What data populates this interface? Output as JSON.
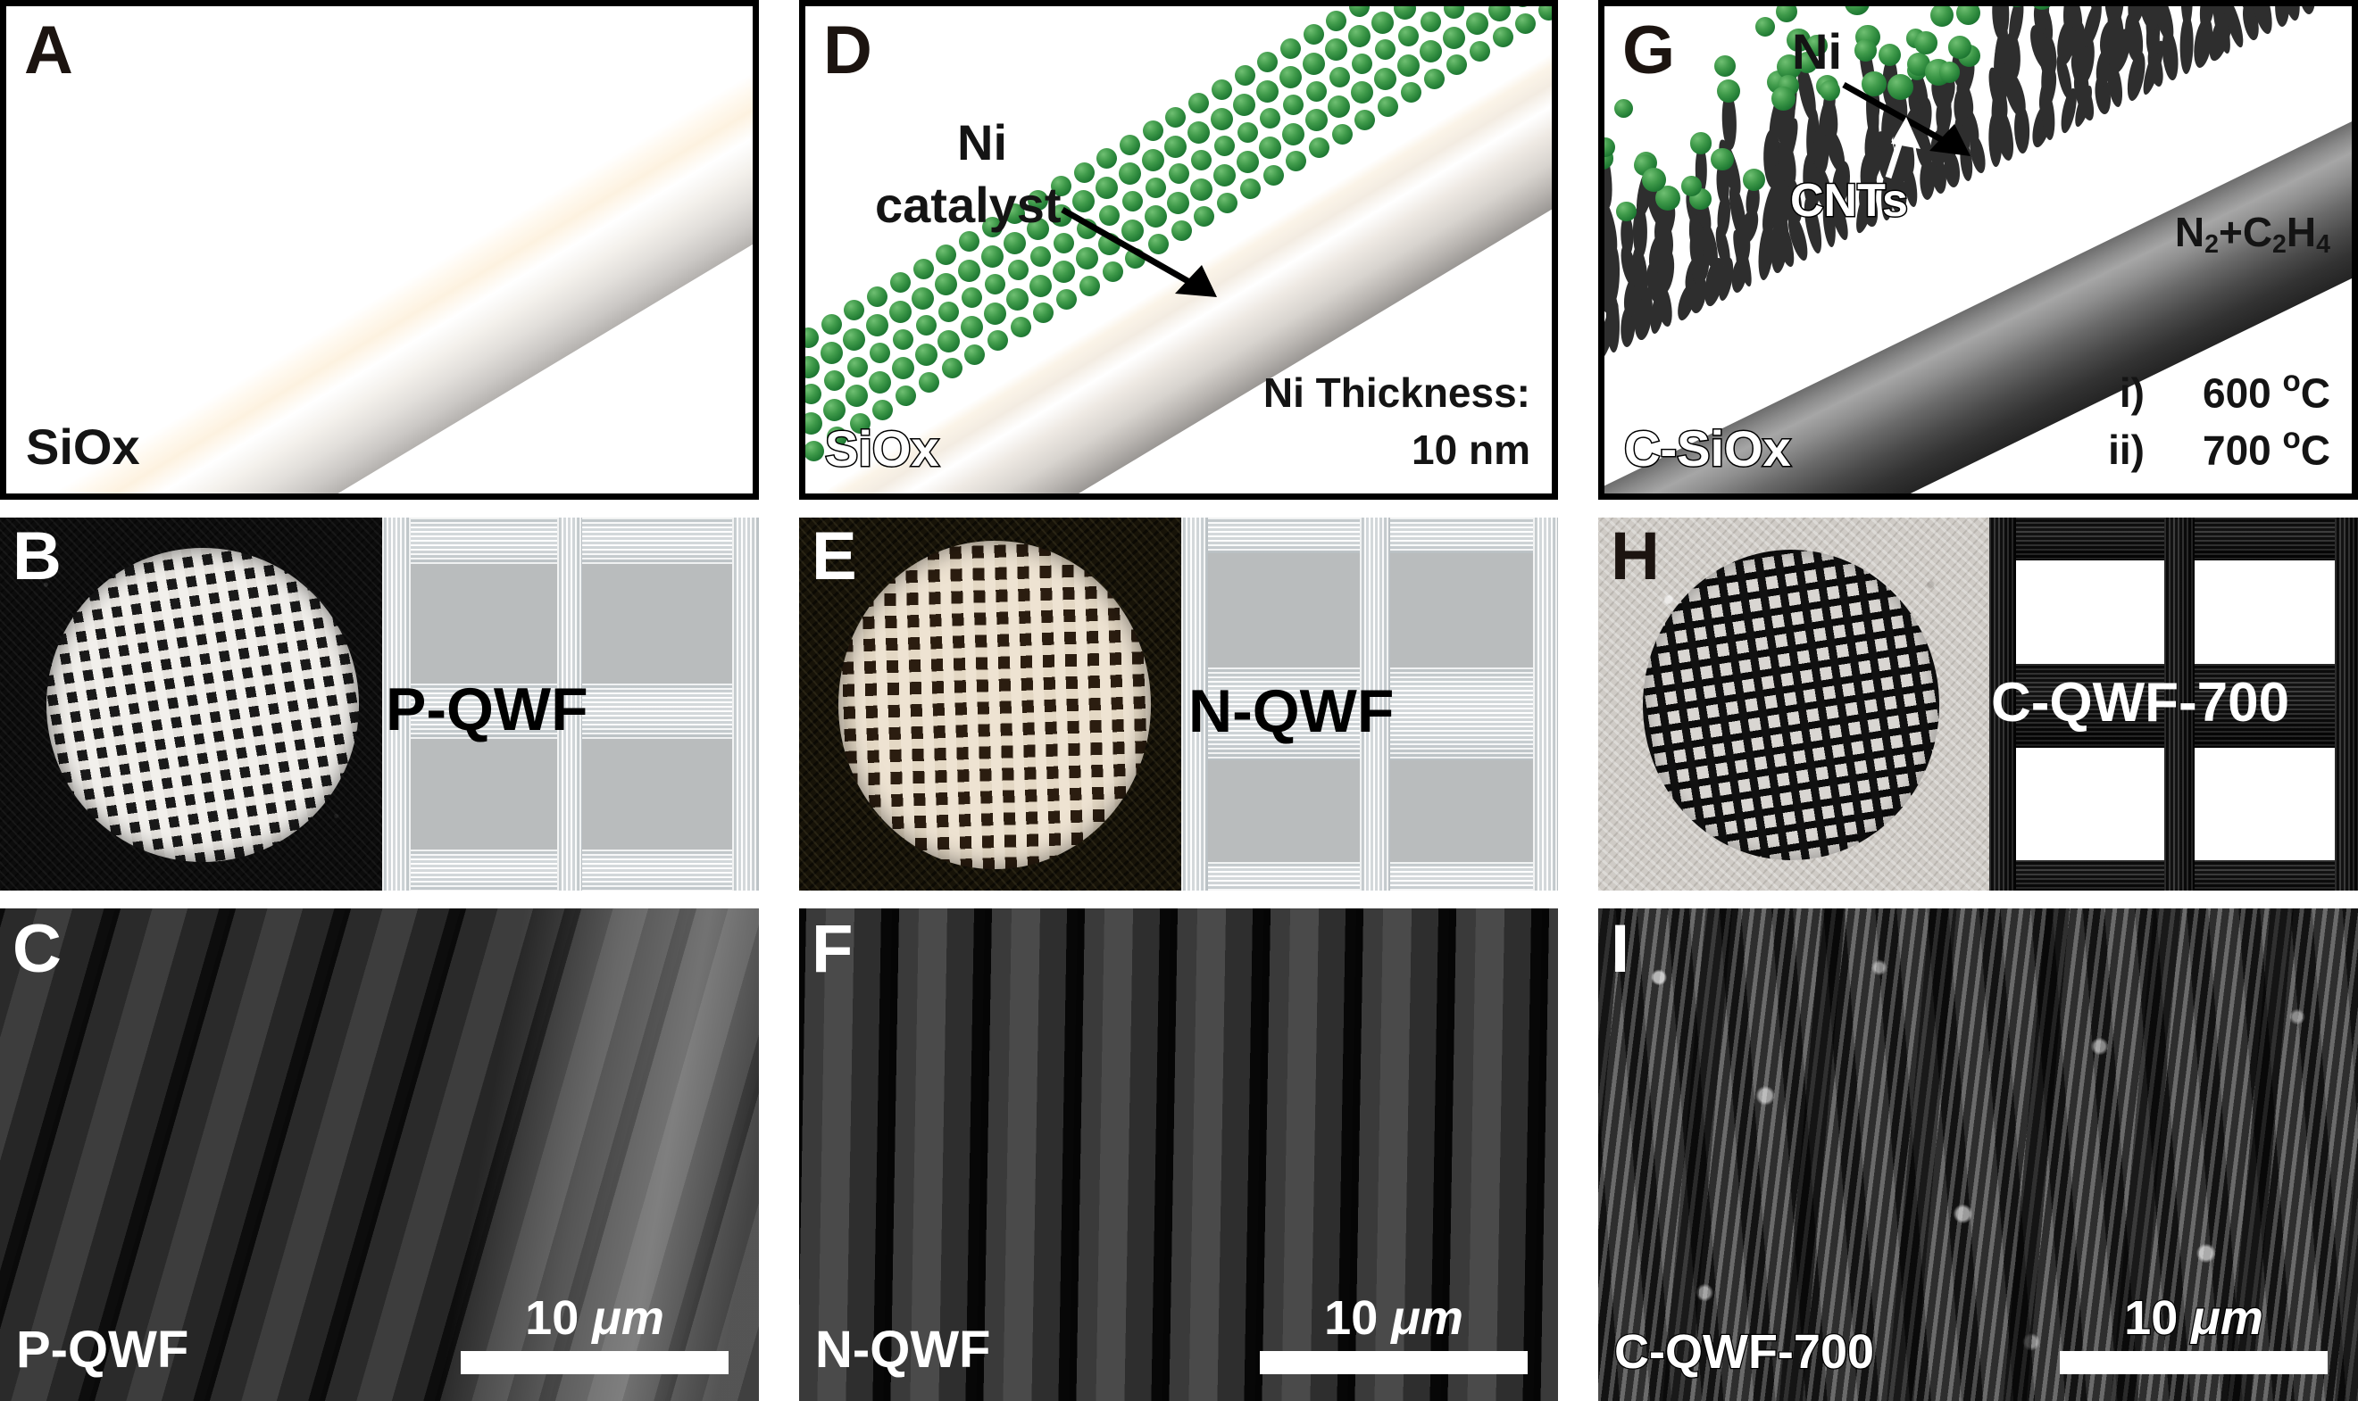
{
  "figure": {
    "panels": [
      {
        "tag": "A",
        "kind": "schematic",
        "substrate_label": "SiOx",
        "labels": []
      },
      {
        "tag": "D",
        "kind": "schematic",
        "substrate_label": "SiOx",
        "catalyst_label_line1": "Ni",
        "catalyst_label_line2": "catalyst",
        "thickness_line1": "Ni Thickness:",
        "thickness_line2": "10 nm"
      },
      {
        "tag": "G",
        "kind": "schematic",
        "substrate_label": "C-SiOx",
        "ni_label": "Ni",
        "cnt_label": "CNTs",
        "gas_label": "N2+C2H4",
        "step_i_marker": "i)",
        "step_i_value": "600 ºC",
        "step_ii_marker": "ii)",
        "step_ii_value": "700 ºC"
      },
      {
        "tag": "B",
        "kind": "photo",
        "sample_label": "P-QWF"
      },
      {
        "tag": "E",
        "kind": "photo",
        "sample_label": "N-QWF"
      },
      {
        "tag": "H",
        "kind": "photo",
        "sample_label": "C-QWF-700"
      },
      {
        "tag": "C",
        "kind": "sem",
        "sample_label": "P-QWF",
        "scalebar_value": "10",
        "scalebar_unit": "μm"
      },
      {
        "tag": "F",
        "kind": "sem",
        "sample_label": "N-QWF",
        "scalebar_value": "10",
        "scalebar_unit": "μm"
      },
      {
        "tag": "I",
        "kind": "sem",
        "sample_label": "C-QWF-700",
        "scalebar_value": "10",
        "scalebar_unit": "μm"
      }
    ],
    "colors": {
      "border": "#000000",
      "ni_green": "#2f8f42",
      "cnt_black": "#2e2e2e",
      "text_dark": "#141414",
      "text_light": "#ffffff"
    }
  }
}
